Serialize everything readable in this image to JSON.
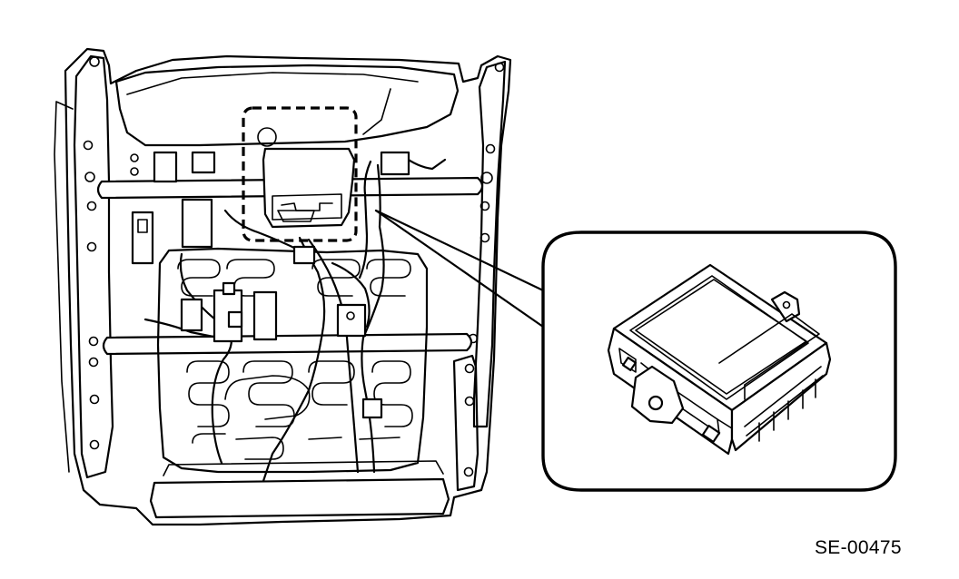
{
  "figure": {
    "reference_code": "SE-00475",
    "components": {
      "seat_cushion": "seat-cushion-frame",
      "control_module": "occupant-detection-control-module",
      "callout": "enlarged-module-view"
    },
    "style": {
      "line_color": "#000000",
      "background": "#ffffff"
    }
  }
}
